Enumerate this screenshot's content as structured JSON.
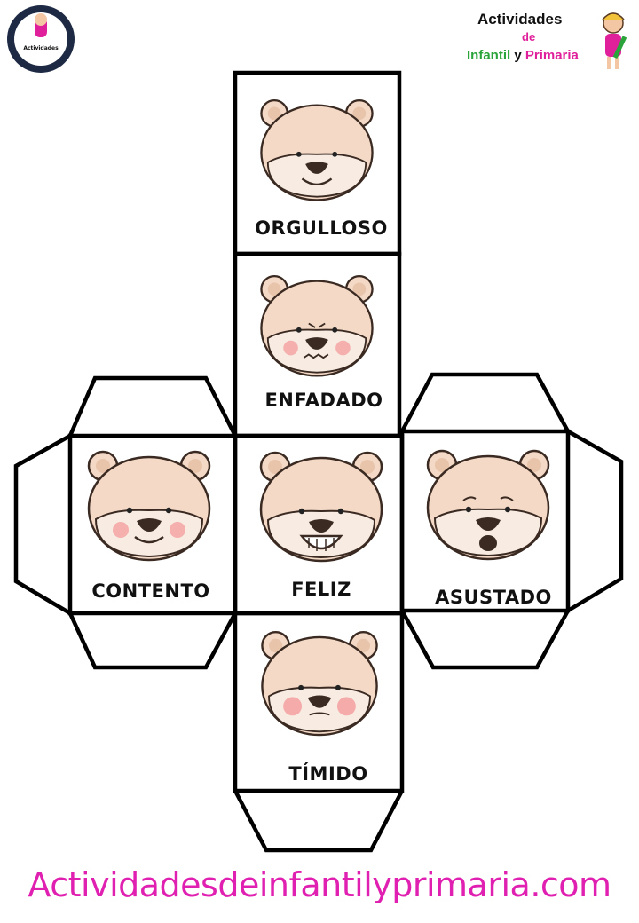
{
  "faces": {
    "top": "ORGULLOSO",
    "upper": "ENFADADO",
    "left": "CONTENTO",
    "center": "FELIZ",
    "right": "ASUSTADO",
    "bottom": "TÍMIDO"
  },
  "logo_right": {
    "line1": "Actividades",
    "line2": "de",
    "line3_a": "Infantil",
    "line3_b": " y ",
    "line3_c": "Primaria"
  },
  "logo_left": {
    "text": "Actividades"
  },
  "footer": "Actividadesdeinfantilyprimaria.com",
  "colors": {
    "footer": "#e020b0",
    "bear_fur": "#f3d9c6",
    "bear_outline": "#3a2a22",
    "muzzle": "#f7ebe2",
    "cheeks": "#f4a0a0"
  }
}
